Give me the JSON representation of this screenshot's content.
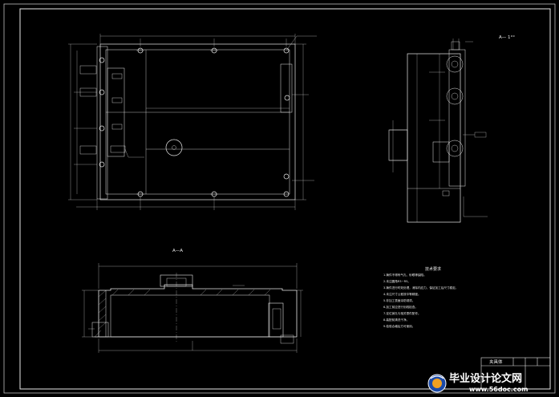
{
  "view_label_top_right": "A— 1°°",
  "section_label": "A—A",
  "notes_title": "技术要求",
  "notes": [
    "1.铸件不得有气孔、砂眼等缺陷。",
    "2.未注圆角R3~R5。",
    "3.铸件进行时效处理，消除内应力，保证加工后尺寸稳定。",
    "4.未注尺寸公差按中等精度。",
    "5.非加工表面涂防锈漆。",
    "6.加工前应进行划线检查。",
    "7.定位销孔与相关零件配作。",
    "8.装配前清洗干净。",
    "9.检验合格后方可使用。"
  ],
  "title_block_label": "夹具体",
  "watermark": {
    "text": "毕业设计论文网",
    "url": "www.56doc.com"
  },
  "colors": {
    "background": "#000000",
    "line": "#e8e8e8",
    "dim": "#d0d0d0"
  }
}
